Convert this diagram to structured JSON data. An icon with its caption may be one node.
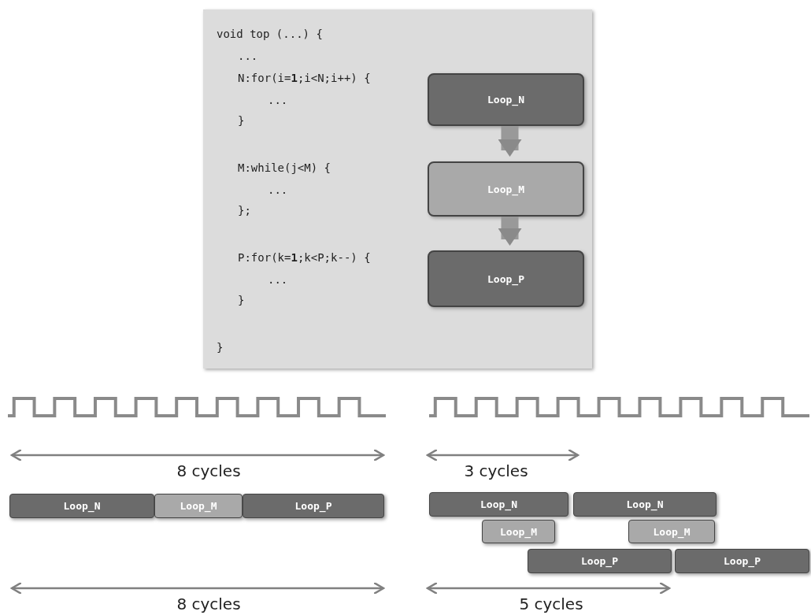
{
  "diagram": {
    "nodes": [
      {
        "text": [
          "void top (...) {",
          "...",
          "N:for(i=**1**;i<N;i++) {",
          "...",
          "}",
          "M:while(j<M) {",
          "...",
          "};",
          "P:for(k=**1**;k<P;k--) {",
          "...",
          "}",
          "}"
        ]
      },
      {
        "text": [
          "Loop_N"
        ],
        "in": 0
      },
      {
        "text": [
          "Loop_M"
        ],
        "in": 0
      },
      {
        "text": [
          "Loop_P"
        ],
        "in": 0
      },
      {
        "text": [
          "Loop_N"
        ]
      },
      {
        "text": [
          "Loop_M"
        ]
      },
      {
        "text": [
          "Loop_P"
        ]
      },
      {
        "text": [
          "Loop_N"
        ]
      },
      {
        "text": [
          "Loop_N"
        ]
      },
      {
        "text": [
          "Loop_M"
        ]
      },
      {
        "text": [
          "Loop_M"
        ]
      },
      {
        "text": [
          "Loop_P"
        ]
      },
      {
        "text": [
          "Loop_P"
        ]
      }
    ],
    "edges": [
      {
        "from": 1,
        "to": 2,
        "arrow": "to"
      },
      {
        "from": 2,
        "to": 3,
        "arrow": "to"
      }
    ],
    "labels": [
      "8 cycles",
      "3 cycles",
      "8 cycles",
      "5 cycles"
    ]
  }
}
